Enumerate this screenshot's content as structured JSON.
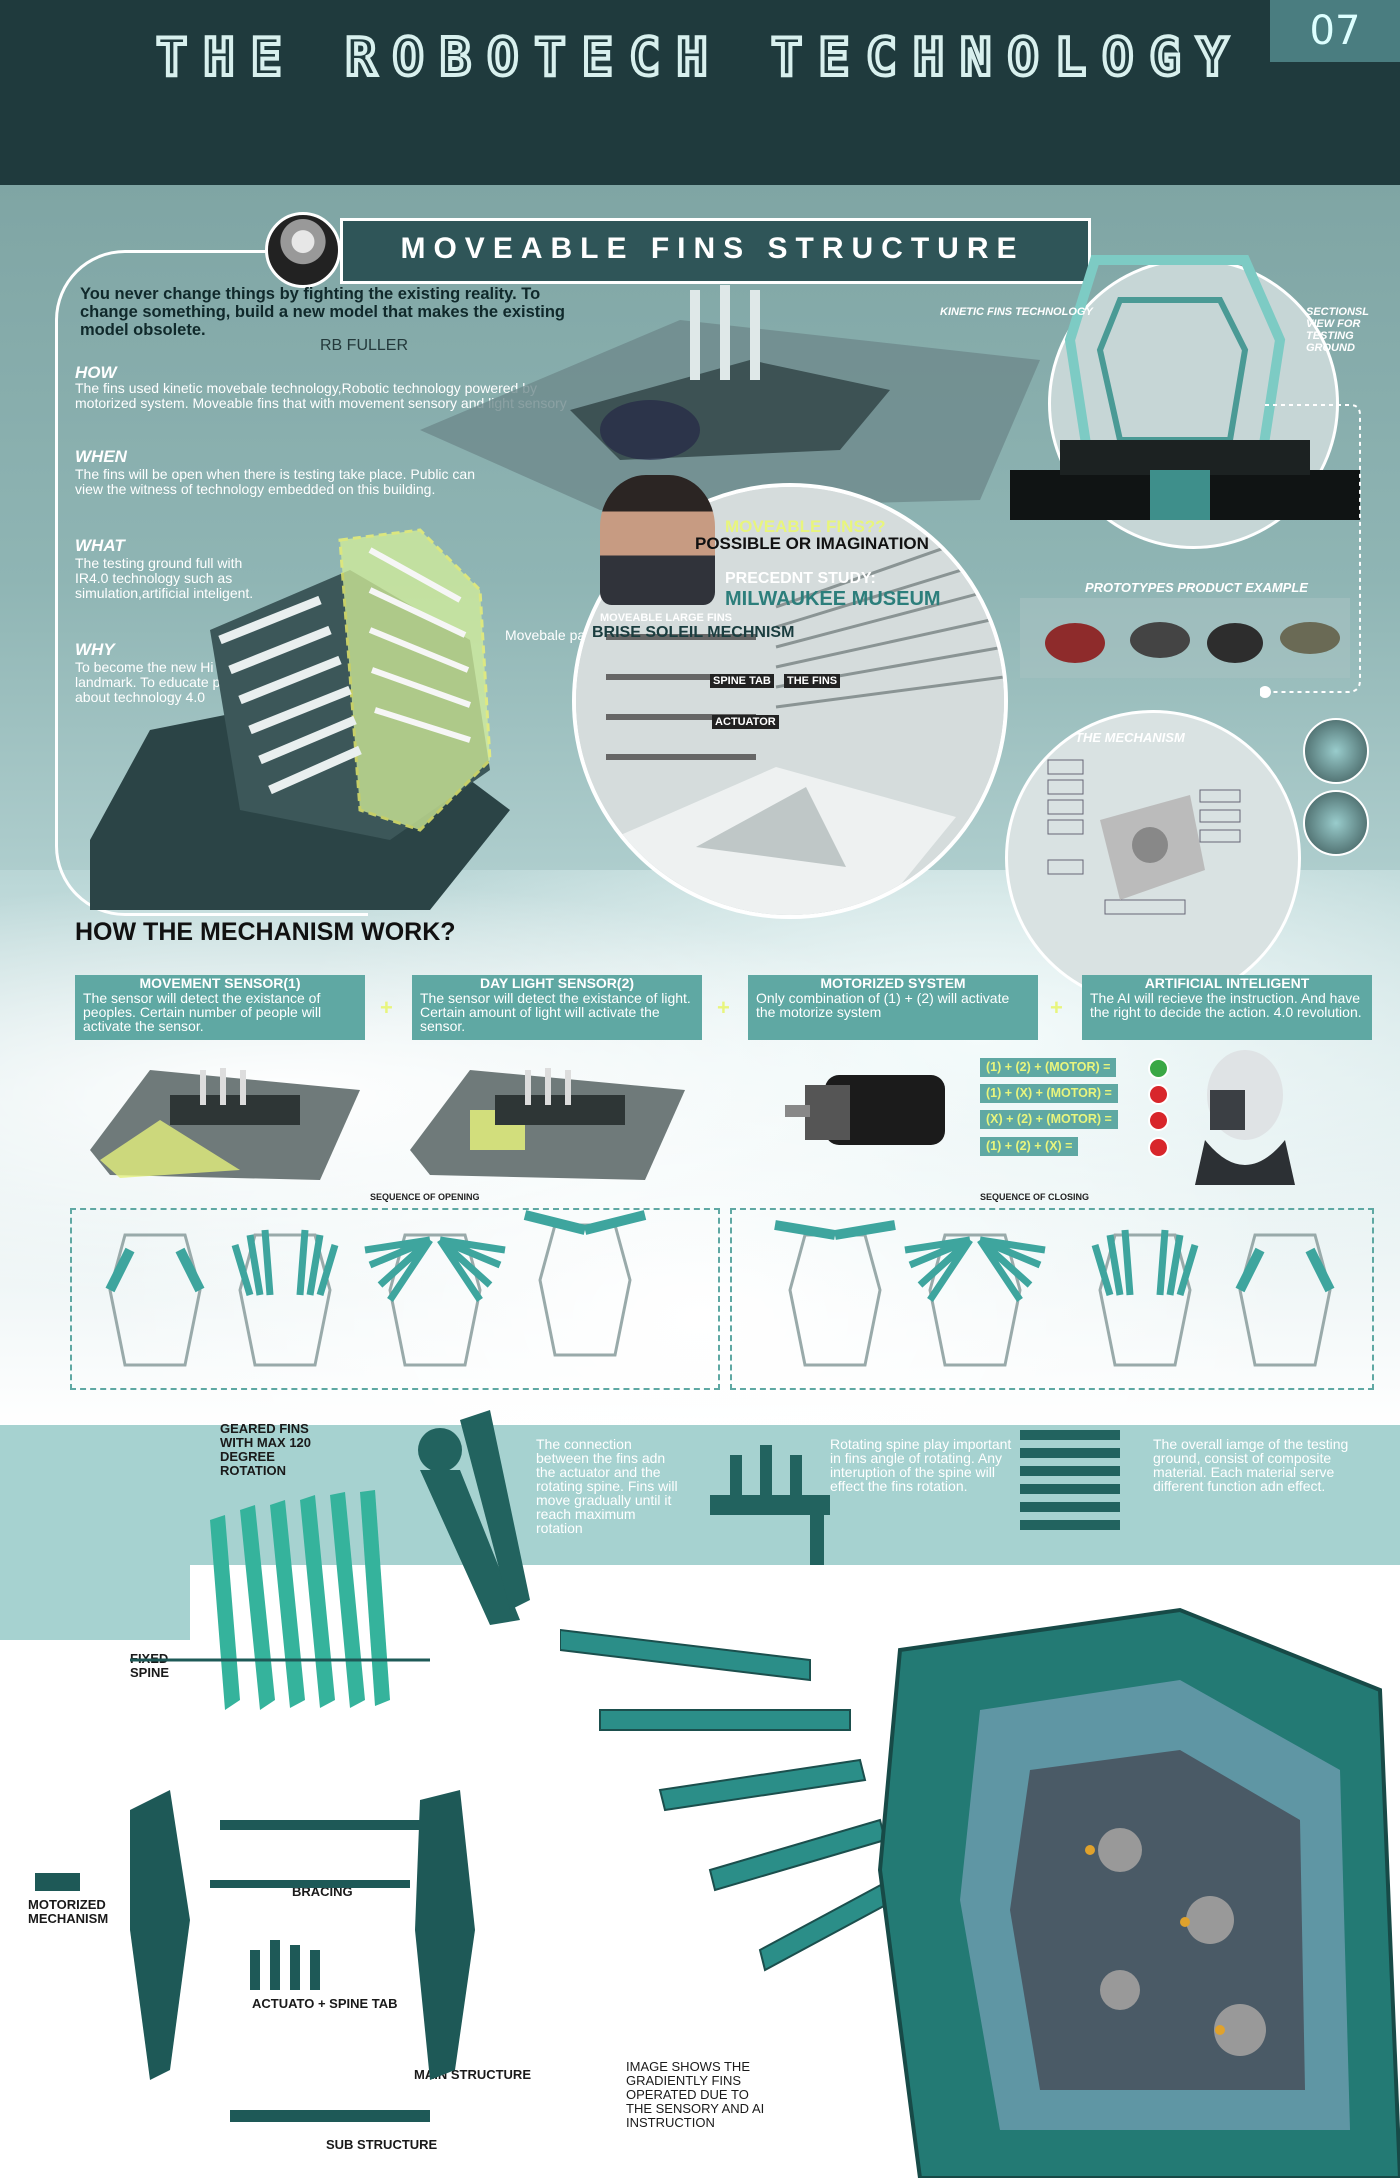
{
  "header": {
    "title": "THE ROBOTECH TECHNOLOGY",
    "page_number": "07"
  },
  "fins": {
    "title": "MOVEABLE FINS STRUCTURE"
  },
  "quote": {
    "text": "You never change things by fighting the existing reality. To change something, build a new model that makes the existing model obsolete.",
    "author": "RB FULLER"
  },
  "sections": {
    "how": {
      "heading": "HOW",
      "text": "The fins used kinetic movebale technology,Robotic technology powered by motorized system. Moveable fins that with movement sensory and light sensory"
    },
    "when": {
      "heading": "WHEN",
      "text": "The fins will be open when there is testing take place. Public can view the witness of technology embedded on this building."
    },
    "what": {
      "heading": "WHAT",
      "text": "The testing ground full with IR4.0 technology such as simulation,artificial inteligent."
    },
    "why": {
      "heading": "WHY",
      "text": "To become the new Hi Tech landmark. To educate public about technology 4.0"
    }
  },
  "labels": {
    "movable_part": "Movebale part",
    "kinetic": "KINETIC FINS TECHNOLOGY",
    "section_view": "SECTIONSL VIEW FOR TESTING GROUND",
    "prototypes": "PROTOTYPES PRODUCT EXAMPLE",
    "mechanism": "THE MECHANISM",
    "moveable_q": "MOVEABLE FINS??",
    "possible": "POSSIBLE OR IMAGINATION",
    "precedent": "PRECEDNT STUDY:",
    "milwaukee": "MILWAUKEE MUSEUM",
    "moveable_large": "MOVEABLE LARGE FINS",
    "brise": "BRISE SOLEIL MECHNISM",
    "spine_tab": "SPINE TAB",
    "the_fins": "THE FINS",
    "actuator": "ACTUATOR",
    "how_mech": "HOW THE  MECHANISM WORK?",
    "seq_open": "SEQUENCE OF OPENING",
    "seq_close": "SEQUENCE OF CLOSING"
  },
  "sensors": [
    {
      "heading": "MOVEMENT SENSOR(1)",
      "text": "The sensor will detect the existance of peoples. Certain number of people will activate the sensor."
    },
    {
      "heading": "DAY LIGHT SENSOR(2)",
      "text": "The sensor will detect the existance of light. Certain amount of light will activate the sensor."
    },
    {
      "heading": "MOTORIZED SYSTEM",
      "text": "Only combination of (1) + (2) will activate the motorize system"
    },
    {
      "heading": "ARTIFICIAL INTELIGENT",
      "text": "The AI will recieve the instruction. And have the right to decide the action. 4.0 revolution."
    }
  ],
  "plus": "+",
  "logic": [
    {
      "expr": "(1) + (2) + (MOTOR) =",
      "color": "#3aa845"
    },
    {
      "expr": "(1) + (X) + (MOTOR) =",
      "color": "#d8262b"
    },
    {
      "expr": "(X) + (2) + (MOTOR) =",
      "color": "#d8262b"
    },
    {
      "expr": "(1) + (2) + (X) =",
      "color": "#d8262b"
    }
  ],
  "bottom": {
    "geared": "GEARED FINS WITH MAX 120 DEGREE ROTATION",
    "fixed": "FIXED SPINE",
    "motorized": "MOTORIZED MECHANISM",
    "bracing": "BRACING",
    "actuato": "ACTUATO + SPINE TAB",
    "main": "MAIN STRUCTURE",
    "sub": "SUB STRUCTURE",
    "connection": "The connection between the fins adn the actuator and the rotating spine. Fins will move gradually until it reach maximum rotation",
    "rotating": "Rotating spine play important in fins angle of rotating. Any interuption of the spine will effect the fins rotation.",
    "overall": "The overall iamge of the testing ground, consist of composite material. Each material serve different function adn effect.",
    "image_shows": "IMAGE SHOWS THE GRADIENTLY FINS OPERATED DUE TO THE SENSORY AND AI INSTRUCTION"
  }
}
